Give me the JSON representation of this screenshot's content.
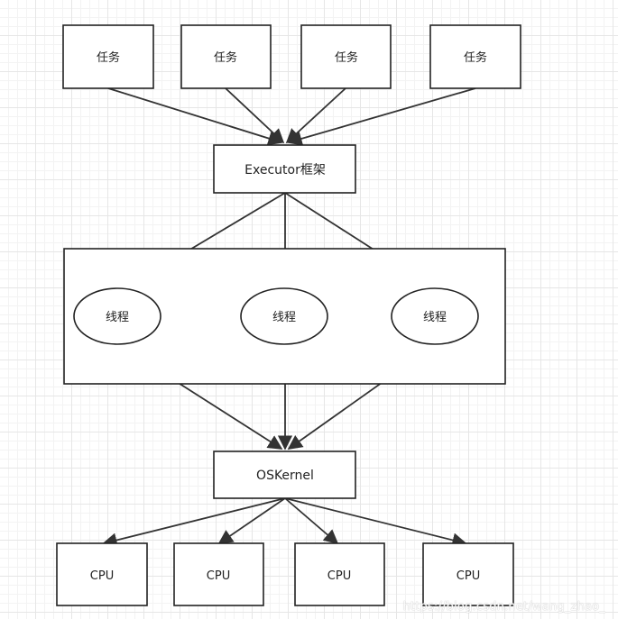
{
  "tasks": [
    {
      "label": "任务"
    },
    {
      "label": "任务"
    },
    {
      "label": "任务"
    },
    {
      "label": "任务"
    }
  ],
  "framework": {
    "label": "Executor框架",
    "color": "#ff0000"
  },
  "threads": [
    {
      "label": "线程"
    },
    {
      "label": "线程"
    },
    {
      "label": "线程"
    }
  ],
  "kernel": {
    "label": "OSKernel",
    "color": "#ff0000"
  },
  "cpus": [
    {
      "label": "CPU"
    },
    {
      "label": "CPU"
    },
    {
      "label": "CPU"
    },
    {
      "label": "CPU"
    }
  ],
  "watermark": "https://blog.csdn.net/wang_zhao_"
}
